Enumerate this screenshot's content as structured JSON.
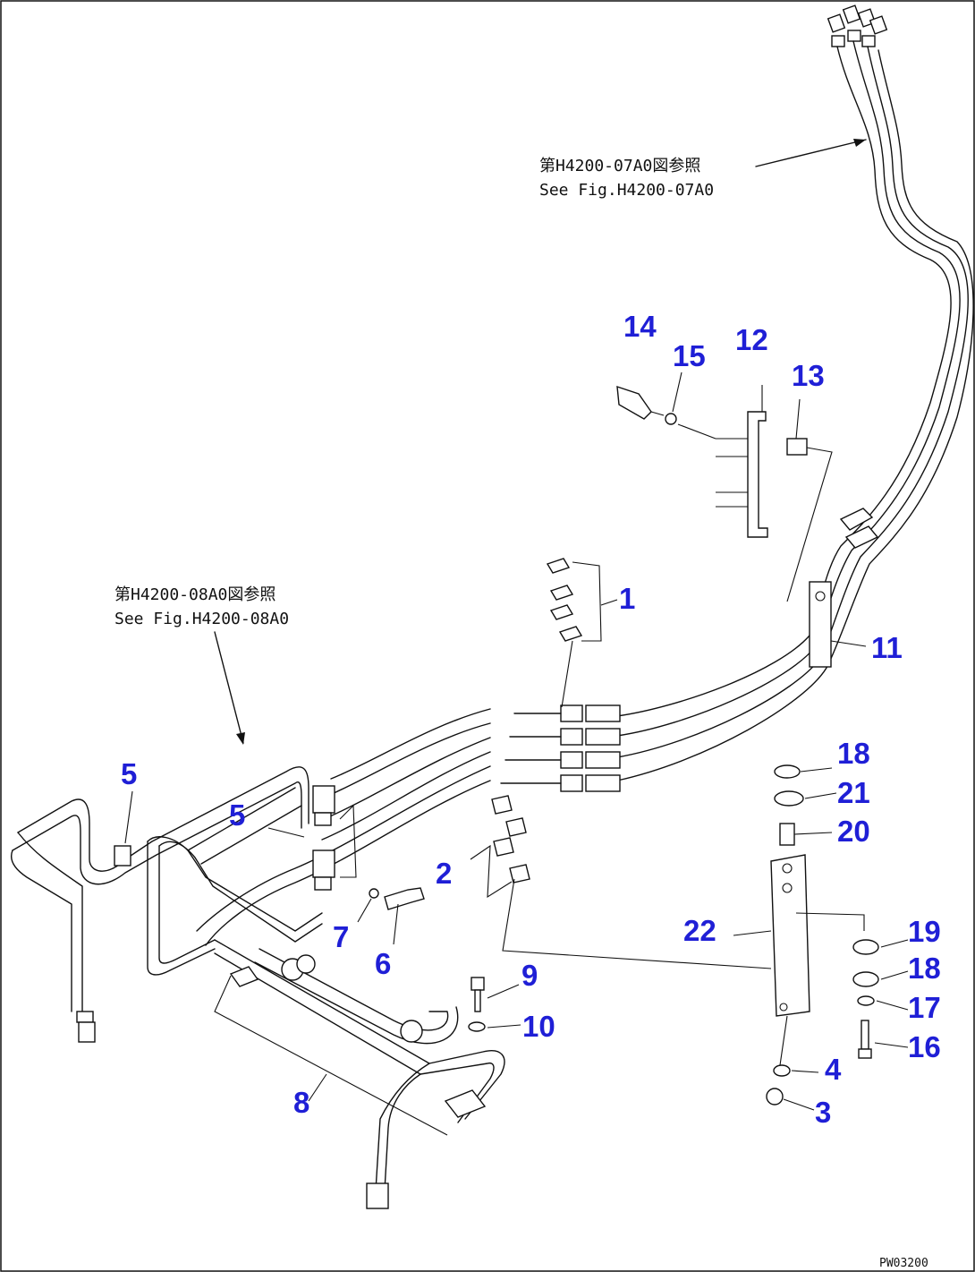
{
  "references": {
    "top_jp": "第H4200-07A0図参照",
    "top_en": "See Fig.H4200-07A0",
    "left_jp": "第H4200-08A0図参照",
    "left_en": "See Fig.H4200-08A0"
  },
  "callouts": {
    "c1": "1",
    "c2": "2",
    "c3": "3",
    "c4": "4",
    "c5a": "5",
    "c5b": "5",
    "c6": "6",
    "c7": "7",
    "c8": "8",
    "c9": "9",
    "c10": "10",
    "c11": "11",
    "c12": "12",
    "c13": "13",
    "c14": "14",
    "c15": "15",
    "c16": "16",
    "c17": "17",
    "c18a": "18",
    "c18b": "18",
    "c19": "19",
    "c20": "20",
    "c21": "21",
    "c22": "22"
  },
  "drawing_code": "PW03200",
  "colors": {
    "callout": "#1f1fd6",
    "line": "#111111"
  }
}
